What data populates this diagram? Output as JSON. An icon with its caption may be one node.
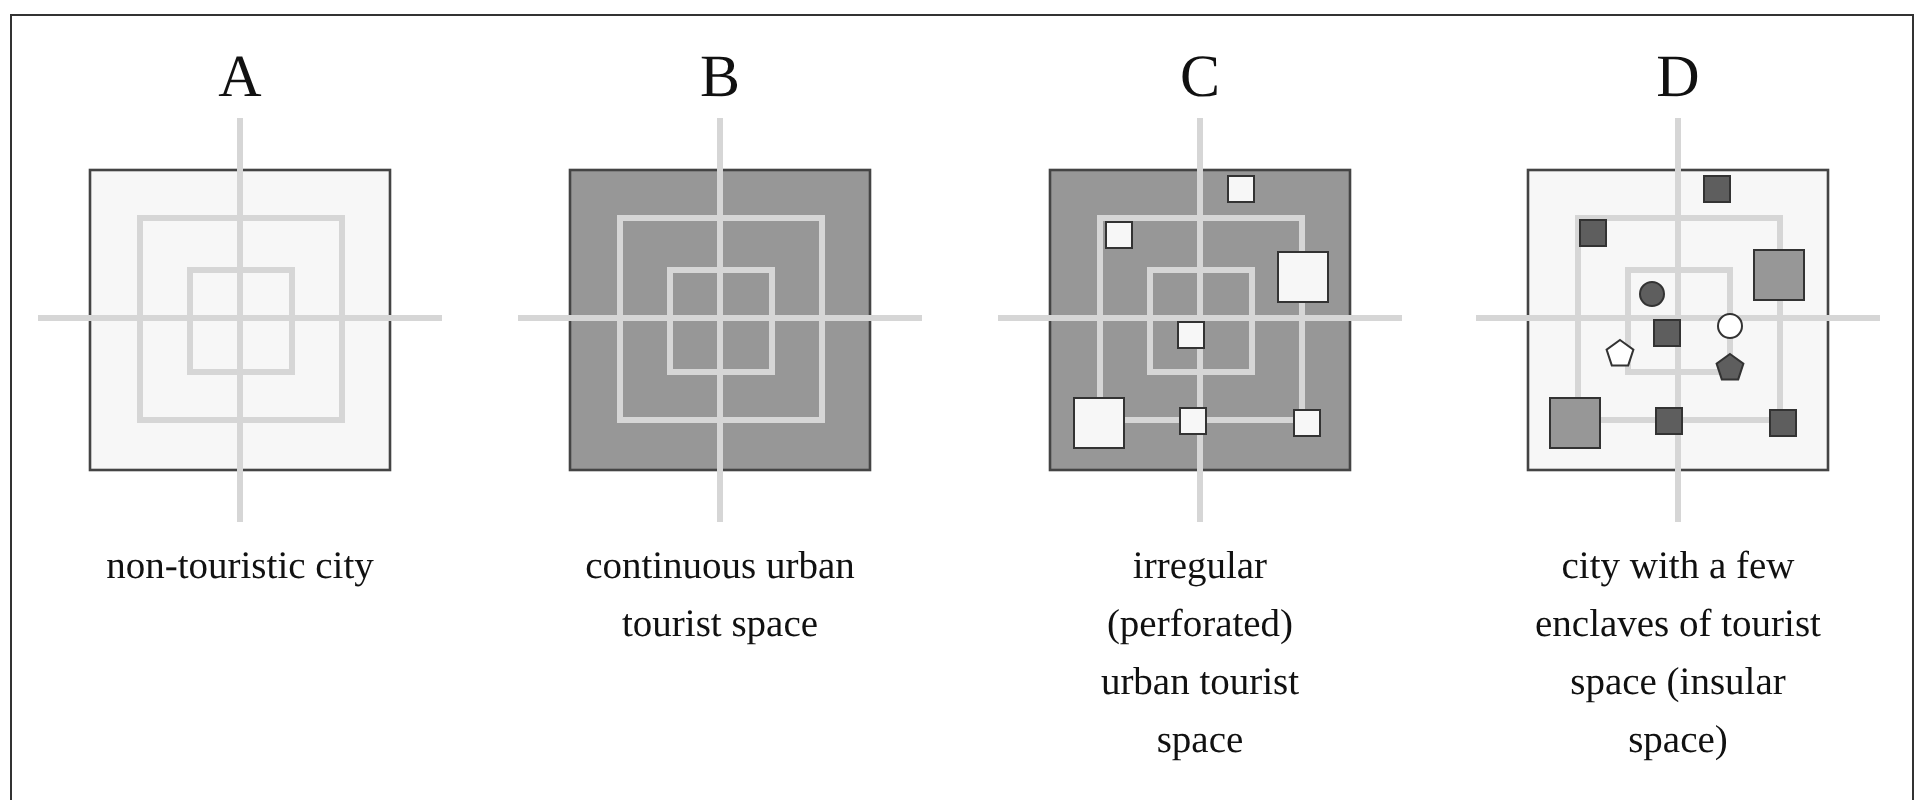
{
  "diagram": {
    "labels": [
      "A",
      "B",
      "C",
      "D",
      "non-touristic city",
      "continuous urban tourist space",
      "irregular (perforated) urban tourist space",
      "city with a few enclaves of tourist space (insular space)"
    ]
  }
}
